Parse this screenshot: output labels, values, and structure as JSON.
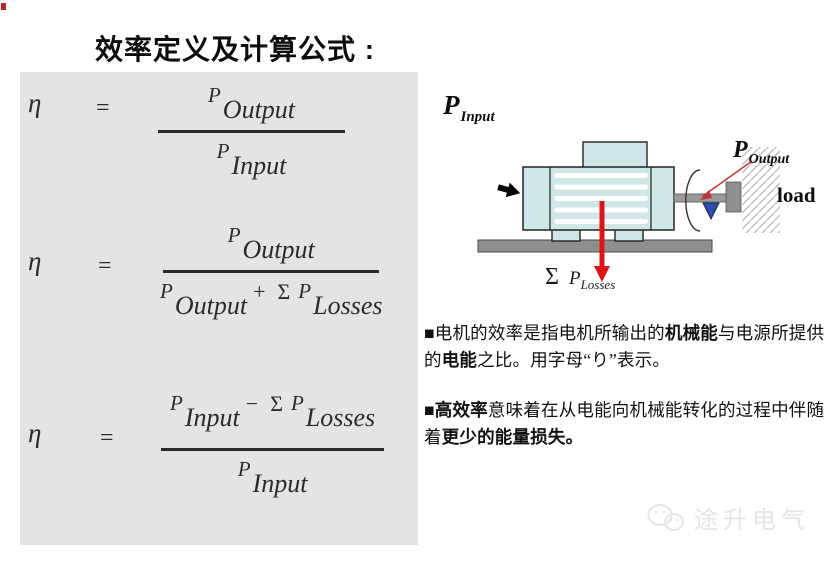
{
  "title": "效率定义及计算公式 :",
  "formulas": {
    "eta": "η",
    "equals": "=",
    "f1": {
      "num_p": "P",
      "num_sub": "Output",
      "den_p": "P",
      "den_sub": "Input"
    },
    "f2": {
      "num_p": "P",
      "num_sub": "Output",
      "den_p1": "P",
      "den_sub1": "Output",
      "plus": "+",
      "sigma": "Σ",
      "den_p2": "P",
      "den_sub2": "Losses"
    },
    "f3": {
      "num_p1": "P",
      "num_sub1": "Input",
      "minus": "−",
      "sigma": "Σ",
      "num_p2": "P",
      "num_sub2": "Losses",
      "den_p": "P",
      "den_sub": "Input"
    }
  },
  "diagram": {
    "p_input_p": "P",
    "p_input_sub": "Input",
    "p_output_p": "P",
    "p_output_sub": "Output",
    "load": "load",
    "losses_sigma": "Σ",
    "losses_p": "P",
    "losses_sub": "Losses"
  },
  "notes": {
    "para1": {
      "s1": "■电机的效率是指电机所输出的",
      "b1": "机械能",
      "s2": "与电源所提供的",
      "b2": "电能",
      "s3": "之比。用字母“り”表示。"
    },
    "para2": {
      "s1": "■",
      "b1": "高效率",
      "s2": "意味着在从电能向机械能转化的过程中伴随着",
      "b2": "更少的能量损失。"
    }
  },
  "watermark": {
    "text": "途升电气"
  },
  "palette": {
    "panel_gray": "#e4e4e4",
    "motor_fill": "#cfe7e6",
    "base_gray": "#8f8f8f",
    "arrow_red": "#dd1515",
    "triangle_blue": "#2b4fa8",
    "corner_red": "#c42222"
  }
}
